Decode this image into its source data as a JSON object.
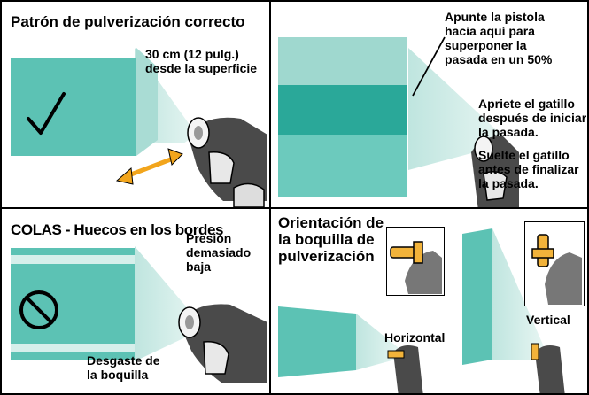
{
  "panels": {
    "correct": {
      "title": "Patrón de pulverización correcto",
      "distance": [
        "30 cm (12 pulg.)",
        "desde la superficie"
      ]
    },
    "overlap": {
      "aim": [
        "Apunte la pistola",
        "hacia aquí para",
        "superponer la",
        "pasada en un 50%"
      ],
      "trigger_start": [
        "Apriete el gatillo",
        "después de iniciar",
        "la pasada."
      ],
      "trigger_end": [
        "Suelte el gatillo",
        "antes de finalizar",
        "la pasada."
      ]
    },
    "tails": {
      "title": "COLAS - Huecos en los bordes",
      "pressure": [
        "Presión",
        "demasiado",
        "baja"
      ],
      "wear": [
        "Desgaste de",
        "la boquilla"
      ]
    },
    "orientation": {
      "title": [
        "Orientación de",
        "la boquilla de",
        "pulverización"
      ],
      "horizontal_label": "Horizontal",
      "vertical_label": "Vertical"
    }
  },
  "colors": {
    "spray": "#5cc2b4",
    "spray_dark": "#2aa899",
    "mist": "#bfe5df",
    "arrow": "#f2a51c",
    "tip": "#f2b33a",
    "gun": "#4a4a4a"
  },
  "icons": {
    "check": "check-icon",
    "prohibited": "prohibited-icon",
    "double_arrow": "double-arrow-icon"
  }
}
